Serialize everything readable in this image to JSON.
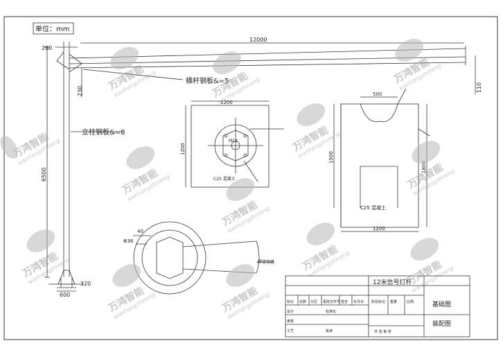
{
  "unit_label": "单位：mm",
  "pole": {
    "crossarm_label": "横杆钢板&=5",
    "column_label": "立柱钢板&=8",
    "dims": {
      "top_width": "280",
      "arm_length": "12000",
      "arm_drop": "230",
      "arm_end": "110",
      "height": "6500",
      "base_width": "320",
      "base_plate": "600"
    }
  },
  "foundation_plan": {
    "width": "1200",
    "height": "1200",
    "bolt_label": "M24",
    "concrete_label": "C25 混凝土"
  },
  "foundation_section": {
    "top_width": "500",
    "height": "1500",
    "total_height": "1800",
    "bottom_width": "1200",
    "concrete_label": "C25 混凝土"
  },
  "flange_detail": {
    "dim_a": "40",
    "dim_b": "Φ36",
    "label": "焊接接缝"
  },
  "title_block": {
    "title": "12米信号灯杆",
    "drawing1": "基础图",
    "drawing2": "装配图",
    "row_labels": [
      "标记",
      "处数",
      "分区",
      "更改文件号",
      "签名",
      "年月日"
    ],
    "design": "设计",
    "standard": "标准化",
    "review": "审核",
    "process": "工艺",
    "approve": "批准",
    "stage": "阶段标记",
    "weight": "重量",
    "scale": "比例",
    "sheets": "共  张  第  张"
  },
  "watermark": {
    "brand": "万鸿智能",
    "pinyin": "wanhongzhineng"
  },
  "colors": {
    "line": "#333333",
    "watermark": "#9a9a9a"
  }
}
